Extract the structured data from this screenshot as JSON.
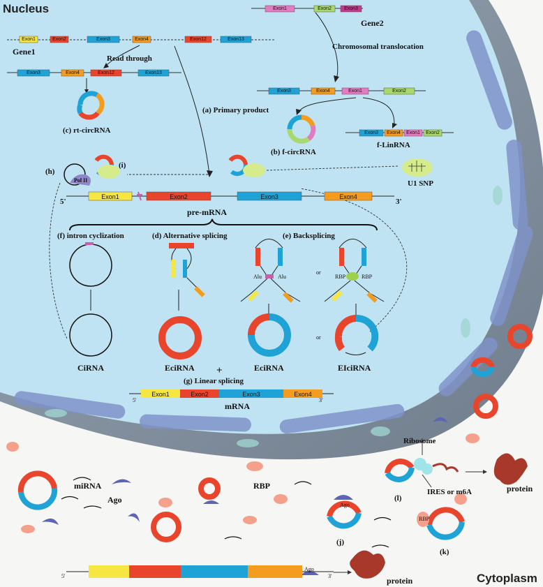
{
  "labels": {
    "nucleus": "Nucleus",
    "cytoplasm": "Cytoplasm",
    "gene1": "Gene1",
    "gene2": "Gene2",
    "read_through": "Read through",
    "chromosomal_translocation": "Chromosomal translocation",
    "primary_product": "(a)  Primary product",
    "rt_circrna": "(c)  rt-circRNA",
    "f_circrna": "(b) f-circRNA",
    "f_linrna": "f-LinRNA",
    "u1_snp": "U1 SNP",
    "label_h": "(h)",
    "label_i": "(i)",
    "pol2": "Pol II",
    "five_prime": "5'",
    "three_prime": "3'",
    "pre_mrna": "pre-mRNA",
    "intron_cyclization": "(f) intron cyclization",
    "alternative_splicing": "(d) Alternative splicing",
    "backsplicing": "(e) Backsplicing",
    "alu": "Alu",
    "rbp_small": "RBP",
    "or": "or",
    "cirna": "CiRNA",
    "ecirna": "EciRNA",
    "eicirna": "EIciRNA",
    "plus": "+",
    "linear_splicing": "(g) Linear splicing",
    "mrna": "mRNA",
    "mirna": "miRNA",
    "ago": "Ago",
    "rbp": "RBP",
    "label_j": "(j)",
    "label_k": "(k)",
    "label_l": "(l)",
    "ribosome": "Ribosome",
    "ires": "IRES or m6A",
    "protein": "protein"
  },
  "exons": {
    "e1": "Exon1",
    "e2": "Exon2",
    "e3": "Exon3",
    "e4": "Exon4",
    "e12": "Exon12",
    "e13": "Exon13"
  },
  "colors": {
    "exon1": "#f5e642",
    "exon2": "#e8452c",
    "exon3": "#1fa3d6",
    "exon4": "#f39c1f",
    "exon12": "#e8452c",
    "exon13": "#1fa3d6",
    "g2exon1": "#e27bc0",
    "g2exon2": "#a9d86e",
    "g2exon3": "#c0398a",
    "nucleus_fill": "#bfe3f2",
    "envelope": "#8d9aa8",
    "organelle": "#7f93c9",
    "ago": "#5e64b5",
    "rbp": "#f4a08a",
    "protein": "#a8392a"
  }
}
